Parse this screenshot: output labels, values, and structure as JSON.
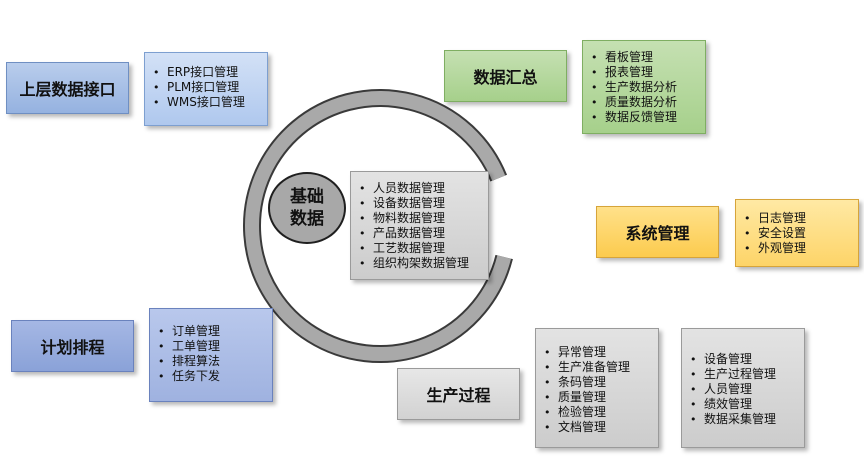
{
  "upper_interface": {
    "title": "上层数据接口",
    "items": [
      "ERP接口管理",
      "PLM接口管理",
      "WMS接口管理"
    ]
  },
  "data_summary": {
    "title": "数据汇总",
    "items": [
      "看板管理",
      "报表管理",
      "生产数据分析",
      "质量数据分析",
      "数据反馈管理"
    ]
  },
  "base_data": {
    "title_line1": "基础",
    "title_line2": "数据",
    "items": [
      "人员数据管理",
      "设备数据管理",
      "物料数据管理",
      "产品数据管理",
      "工艺数据管理",
      "组织构架数据管理"
    ]
  },
  "system_management": {
    "title": "系统管理",
    "items": [
      "日志管理",
      "安全设置",
      "外观管理"
    ]
  },
  "planning": {
    "title": "计划排程",
    "items": [
      "订单管理",
      "工单管理",
      "排程算法",
      "任务下发"
    ]
  },
  "production_process": {
    "title": "生产过程",
    "items_a": [
      "异常管理",
      "生产准备管理",
      "条码管理",
      "质量管理",
      "检验管理",
      "文档管理"
    ],
    "items_b": [
      "设备管理",
      "生产过程管理",
      "人员管理",
      "绩效管理",
      "数据采集管理"
    ]
  }
}
